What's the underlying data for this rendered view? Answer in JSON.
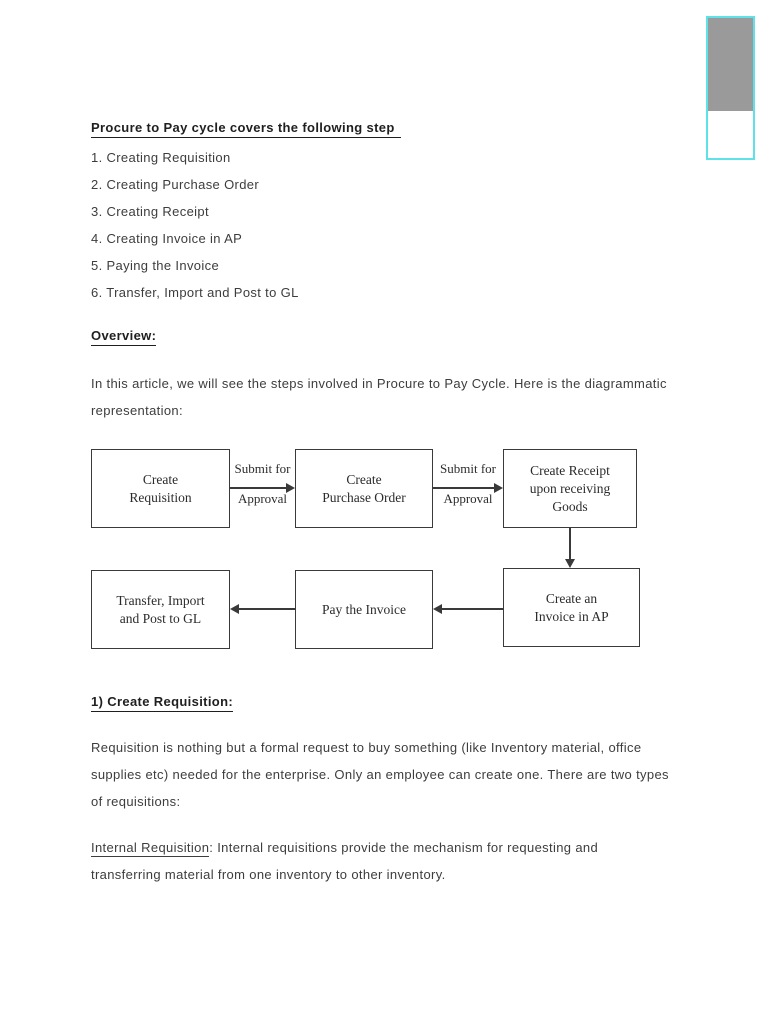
{
  "document": {
    "heading": "Procure to Pay cycle covers the following step",
    "steps": [
      "1. Creating Requisition",
      "2. Creating Purchase Order",
      "3. Creating Receipt",
      "4. Creating Invoice in AP",
      "5. Paying the Invoice",
      "6. Transfer, Import and Post to GL"
    ],
    "overview": {
      "heading": "Overview:",
      "lines": [
        "In this article, we will see the steps involved in Procure to Pay Cycle. Here is the diagrammatic",
        "representation:"
      ]
    },
    "section1": {
      "heading": "1) Create Requisition:",
      "lines": [
        "Requisition is nothing but a formal request to buy something (like Inventory material, office",
        "supplies etc) needed for the enterprise. Only an employee can create one. There are two types",
        "of requisitions:"
      ]
    },
    "internal": {
      "label": "Internal Requisition",
      "line1_rest": ": Internal requisitions provide the mechanism for requesting and",
      "line2": "transferring material from one inventory to other inventory."
    }
  },
  "flowchart": {
    "boxes": [
      {
        "name": "create-requisition",
        "label": "Create\nRequisition"
      },
      {
        "name": "create-purchase-order",
        "label": "Create\nPurchase Order"
      },
      {
        "name": "create-receipt",
        "label": "Create Receipt\nupon receiving\nGoods"
      },
      {
        "name": "transfer-import-post-gl",
        "label": "Transfer, Import\nand Post to GL"
      },
      {
        "name": "pay-invoice",
        "label": "Pay the Invoice"
      },
      {
        "name": "create-invoice-ap",
        "label": "Create an\nInvoice in AP"
      }
    ],
    "arrow1": {
      "top": "Submit for",
      "bottom": "Approval"
    },
    "arrow2": {
      "top": "Submit for",
      "bottom": "Approval"
    }
  },
  "minimap": {
    "thumb_color": "#9a9a9a",
    "border_color": "#5ee1e8"
  }
}
